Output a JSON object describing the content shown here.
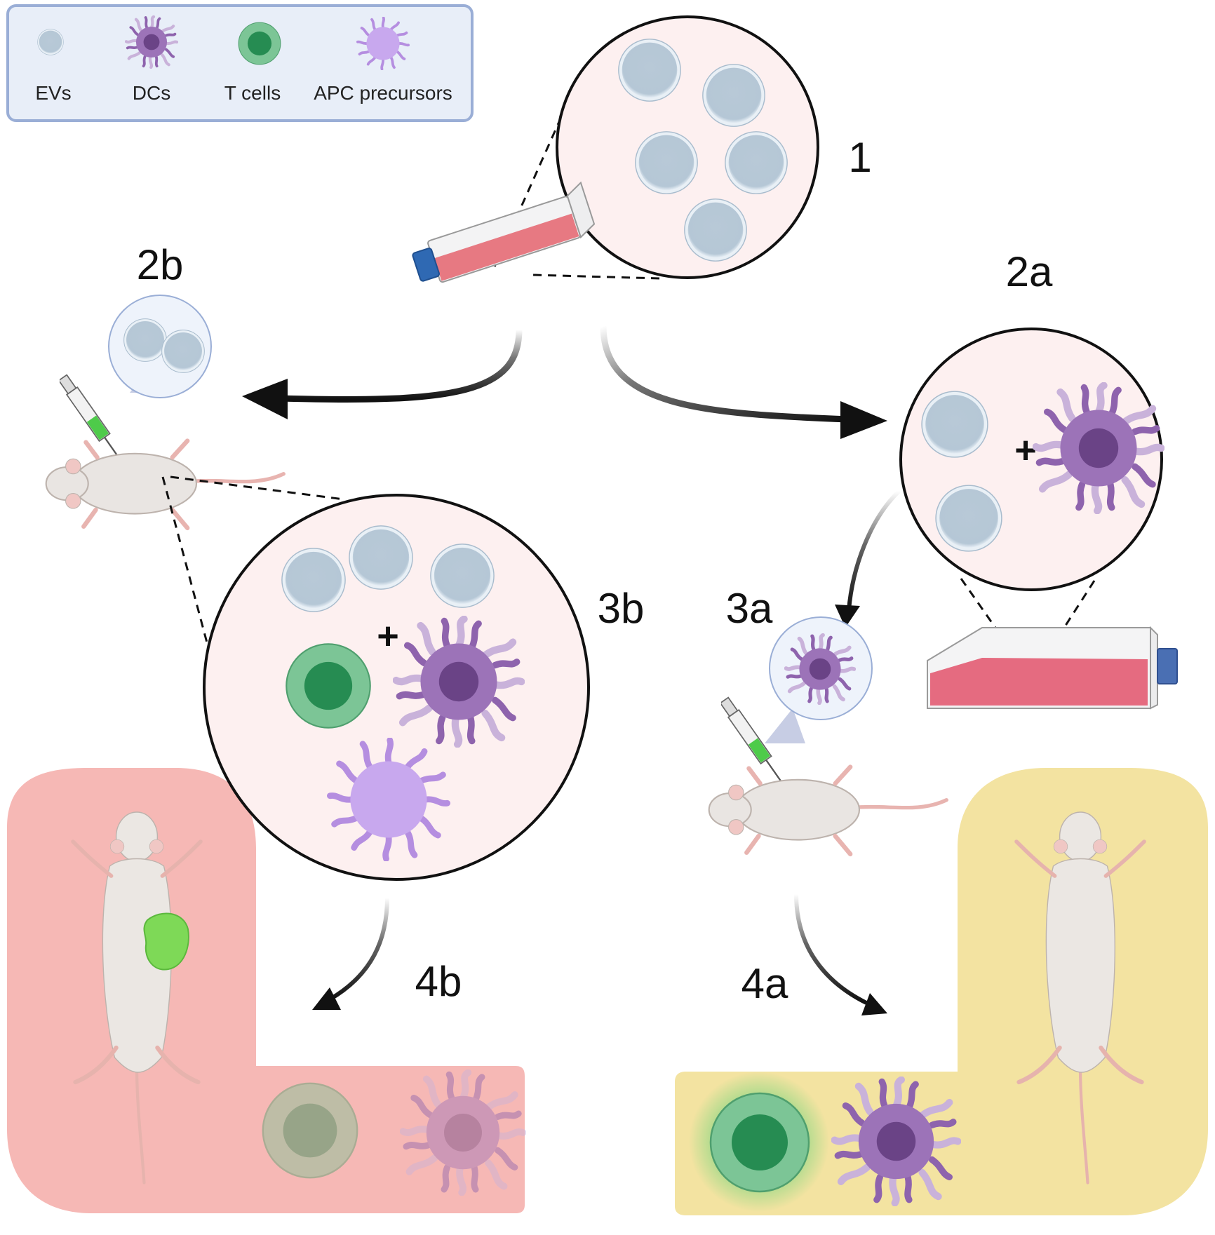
{
  "legend": {
    "items": [
      {
        "label": "EVs",
        "icon": "ev-icon"
      },
      {
        "label": "DCs",
        "icon": "dendritic-cell-icon"
      },
      {
        "label": "T cells",
        "icon": "t-cell-icon"
      },
      {
        "label": "APC precursors",
        "icon": "apc-precursor-icon"
      }
    ]
  },
  "steps": {
    "s1": "1",
    "s2a": "2a",
    "s2b": "2b",
    "s3a": "3a",
    "s3b": "3b",
    "s4a": "4a",
    "s4b": "4b"
  },
  "operators": {
    "plus": "+"
  },
  "colors": {
    "ev": "#b9cad8",
    "ev_edge": "#e8f0f6",
    "dc": "#9c73b8",
    "dc_nucleus": "#6a4386",
    "tcell": "#6fbf8a",
    "tcell_nucleus": "#2f9a5c",
    "apc": "#c7a6ec",
    "bubble_fill": "#fdf0f0",
    "panel_4b": "#f6b8b5",
    "panel_4a": "#f3e3a1",
    "legend_border": "#9aaed6",
    "legend_fill": "#e8eef8",
    "flask_medium": "#e56b75",
    "flask_cap": "#2f69b3"
  }
}
